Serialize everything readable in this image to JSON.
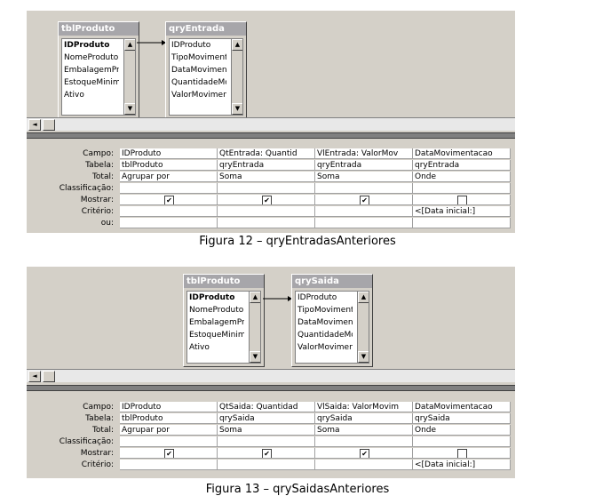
{
  "figures": [
    {
      "caption": "Figura 12 – qryEntradasAnteriores",
      "tables": [
        {
          "title": "tblProduto",
          "fields": [
            "IDProduto",
            "NomeProduto",
            "EmbalagemPro",
            "EstoqueMinimo",
            "Ativo"
          ]
        },
        {
          "title": "qryEntrada",
          "fields": [
            "IDProduto",
            "TipoMovimento",
            "DataMovimento",
            "QuantidadeMo",
            "ValorMovimento"
          ]
        }
      ],
      "row_labels": [
        "Campo:",
        "Tabela:",
        "Total:",
        "Classificação:",
        "Mostrar:",
        "Critério:",
        "ou:"
      ],
      "columns": [
        {
          "campo": "IDProduto",
          "tabela": "tblProduto",
          "total": "Agrupar por",
          "mostrar": true,
          "criterio": ""
        },
        {
          "campo": "QtEntrada: Quantid",
          "tabela": "qryEntrada",
          "total": "Soma",
          "mostrar": true,
          "criterio": ""
        },
        {
          "campo": "VlEntrada: ValorMov",
          "tabela": "qryEntrada",
          "total": "Soma",
          "mostrar": true,
          "criterio": ""
        },
        {
          "campo": "DataMovimentacao",
          "tabela": "qryEntrada",
          "total": "Onde",
          "mostrar": false,
          "criterio": "<[Data inicial:]"
        }
      ]
    },
    {
      "caption": "Figura 13 – qrySaidasAnteriores",
      "tables": [
        {
          "title": "tblProduto",
          "fields": [
            "IDProduto",
            "NomeProduto",
            "EmbalagemPro",
            "EstoqueMinimo",
            "Ativo"
          ]
        },
        {
          "title": "qrySaida",
          "fields": [
            "IDProduto",
            "TipoMovimento",
            "DataMovimento",
            "QuantidadeMo",
            "ValorMovimento"
          ]
        }
      ],
      "row_labels": [
        "Campo:",
        "Tabela:",
        "Total:",
        "Classificação:",
        "Mostrar:",
        "Critério:"
      ],
      "columns": [
        {
          "campo": "IDProduto",
          "tabela": "tblProduto",
          "total": "Agrupar por",
          "mostrar": true,
          "criterio": ""
        },
        {
          "campo": "QtSaida: Quantidad",
          "tabela": "qrySaida",
          "total": "Soma",
          "mostrar": true,
          "criterio": ""
        },
        {
          "campo": "VlSaida: ValorMovim",
          "tabela": "qrySaida",
          "total": "Soma",
          "mostrar": true,
          "criterio": ""
        },
        {
          "campo": "DataMovimentacao",
          "tabela": "qrySaida",
          "total": "Onde",
          "mostrar": false,
          "criterio": "<[Data inicial:]"
        }
      ]
    }
  ],
  "checkbox_glyph": "✔",
  "arrow_left_glyph": "◄",
  "arrow_up_glyph": "▲",
  "arrow_down_glyph": "▼"
}
